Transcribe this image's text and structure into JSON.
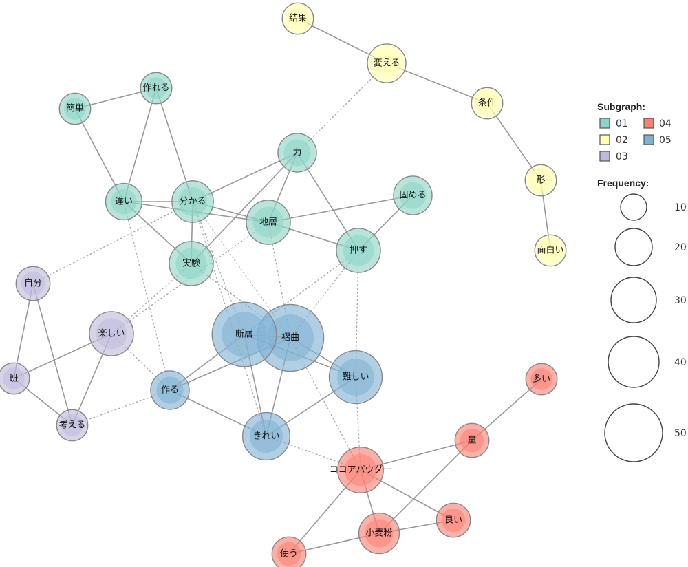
{
  "diagram": {
    "type": "co-occurrence-network",
    "legend": {
      "subgraph_title": "Subgraph:",
      "subgraphs": [
        {
          "id": "01",
          "label": "01",
          "color": "#8dd3c7"
        },
        {
          "id": "02",
          "label": "02",
          "color": "#ffffb3"
        },
        {
          "id": "03",
          "label": "03",
          "color": "#bebada"
        },
        {
          "id": "04",
          "label": "04",
          "color": "#fb8072"
        },
        {
          "id": "05",
          "label": "05",
          "color": "#80b1d3"
        }
      ],
      "frequency_title": "Frequency:",
      "frequencies": [
        {
          "value": 10,
          "label": "10"
        },
        {
          "value": 20,
          "label": "20"
        },
        {
          "value": 30,
          "label": "30"
        },
        {
          "value": 40,
          "label": "40"
        },
        {
          "value": 50,
          "label": "50"
        }
      ]
    },
    "nodes": [
      {
        "id": "kekka",
        "label": "結果",
        "group": "02",
        "freq": 6
      },
      {
        "id": "kaeru",
        "label": "変える",
        "group": "02",
        "freq": 12
      },
      {
        "id": "jouken",
        "label": "条件",
        "group": "02",
        "freq": 6
      },
      {
        "id": "katachi",
        "label": "形",
        "group": "02",
        "freq": 6
      },
      {
        "id": "omoshiroi",
        "label": "面白い",
        "group": "02",
        "freq": 6
      },
      {
        "id": "kantan",
        "label": "簡単",
        "group": "01",
        "freq": 6
      },
      {
        "id": "tsukureru",
        "label": "作れる",
        "group": "01",
        "freq": 6
      },
      {
        "id": "chikara",
        "label": "力",
        "group": "01",
        "freq": 12
      },
      {
        "id": "chigai",
        "label": "違い",
        "group": "01",
        "freq": 10
      },
      {
        "id": "wakaru",
        "label": "分かる",
        "group": "01",
        "freq": 15
      },
      {
        "id": "chisou",
        "label": "地層",
        "group": "01",
        "freq": 18
      },
      {
        "id": "katameru",
        "label": "固める",
        "group": "01",
        "freq": 12
      },
      {
        "id": "osu",
        "label": "押す",
        "group": "01",
        "freq": 18
      },
      {
        "id": "jikken",
        "label": "実験",
        "group": "01",
        "freq": 18
      },
      {
        "id": "jibun",
        "label": "自分",
        "group": "03",
        "freq": 8
      },
      {
        "id": "tanoshii",
        "label": "楽しい",
        "group": "03",
        "freq": 18
      },
      {
        "id": "han",
        "label": "班",
        "group": "03",
        "freq": 6
      },
      {
        "id": "kangaeru",
        "label": "考える",
        "group": "03",
        "freq": 6
      },
      {
        "id": "dansou",
        "label": "断層",
        "group": "05",
        "freq": 50
      },
      {
        "id": "shukyoku",
        "label": "褶曲",
        "group": "05",
        "freq": 55
      },
      {
        "id": "muzukashii",
        "label": "難しい",
        "group": "05",
        "freq": 30
      },
      {
        "id": "tsukuru",
        "label": "作る",
        "group": "05",
        "freq": 12
      },
      {
        "id": "kirei",
        "label": "きれい",
        "group": "05",
        "freq": 22
      },
      {
        "id": "cocoa",
        "label": "ココアパウダー",
        "group": "04",
        "freq": 20
      },
      {
        "id": "ooi",
        "label": "多い",
        "group": "04",
        "freq": 6
      },
      {
        "id": "ryou",
        "label": "量",
        "group": "04",
        "freq": 8
      },
      {
        "id": "yoi",
        "label": "良い",
        "group": "04",
        "freq": 8
      },
      {
        "id": "komugiko",
        "label": "小麦粉",
        "group": "04",
        "freq": 14
      },
      {
        "id": "tsukau",
        "label": "使う",
        "group": "04",
        "freq": 8
      }
    ],
    "edges": [
      {
        "source": "kekka",
        "target": "kaeru",
        "style": "solid"
      },
      {
        "source": "kaeru",
        "target": "jouken",
        "style": "solid"
      },
      {
        "source": "jouken",
        "target": "katachi",
        "style": "solid"
      },
      {
        "source": "katachi",
        "target": "omoshiroi",
        "style": "solid"
      },
      {
        "source": "kaeru",
        "target": "chikara",
        "style": "dotted"
      },
      {
        "source": "kantan",
        "target": "tsukureru",
        "style": "solid"
      },
      {
        "source": "kantan",
        "target": "chigai",
        "style": "solid"
      },
      {
        "source": "tsukureru",
        "target": "chigai",
        "style": "solid"
      },
      {
        "source": "tsukureru",
        "target": "wakaru",
        "style": "solid"
      },
      {
        "source": "chigai",
        "target": "wakaru",
        "style": "solid"
      },
      {
        "source": "chigai",
        "target": "chisou",
        "style": "solid"
      },
      {
        "source": "chigai",
        "target": "jikken",
        "style": "solid"
      },
      {
        "source": "wakaru",
        "target": "chisou",
        "style": "solid"
      },
      {
        "source": "wakaru",
        "target": "jikken",
        "style": "solid"
      },
      {
        "source": "wakaru",
        "target": "chikara",
        "style": "solid"
      },
      {
        "source": "chikara",
        "target": "chisou",
        "style": "solid"
      },
      {
        "source": "chikara",
        "target": "jikken",
        "style": "solid"
      },
      {
        "source": "chikara",
        "target": "osu",
        "style": "solid"
      },
      {
        "source": "chisou",
        "target": "osu",
        "style": "solid"
      },
      {
        "source": "chisou",
        "target": "katameru",
        "style": "solid"
      },
      {
        "source": "katameru",
        "target": "osu",
        "style": "solid"
      },
      {
        "source": "jibun",
        "target": "han",
        "style": "solid"
      },
      {
        "source": "jibun",
        "target": "kangaeru",
        "style": "solid"
      },
      {
        "source": "han",
        "target": "tanoshii",
        "style": "solid"
      },
      {
        "source": "han",
        "target": "kangaeru",
        "style": "solid"
      },
      {
        "source": "tanoshii",
        "target": "kangaeru",
        "style": "solid"
      },
      {
        "source": "dansou",
        "target": "shukyoku",
        "style": "solid"
      },
      {
        "source": "dansou",
        "target": "tsukuru",
        "style": "solid"
      },
      {
        "source": "dansou",
        "target": "kirei",
        "style": "solid"
      },
      {
        "source": "dansou",
        "target": "muzukashii",
        "style": "solid"
      },
      {
        "source": "shukyoku",
        "target": "tsukuru",
        "style": "solid"
      },
      {
        "source": "shukyoku",
        "target": "kirei",
        "style": "solid"
      },
      {
        "source": "shukyoku",
        "target": "muzukashii",
        "style": "solid"
      },
      {
        "source": "tsukuru",
        "target": "kirei",
        "style": "solid"
      },
      {
        "source": "muzukashii",
        "target": "kirei",
        "style": "solid"
      },
      {
        "source": "cocoa",
        "target": "ryou",
        "style": "solid"
      },
      {
        "source": "cocoa",
        "target": "komugiko",
        "style": "solid"
      },
      {
        "source": "cocoa",
        "target": "tsukau",
        "style": "solid"
      },
      {
        "source": "cocoa",
        "target": "yoi",
        "style": "solid"
      },
      {
        "source": "ryou",
        "target": "ooi",
        "style": "solid"
      },
      {
        "source": "ryou",
        "target": "komugiko",
        "style": "solid"
      },
      {
        "source": "komugiko",
        "target": "yoi",
        "style": "solid"
      },
      {
        "source": "komugiko",
        "target": "tsukau",
        "style": "solid"
      },
      {
        "source": "jibun",
        "target": "wakaru",
        "style": "dotted"
      },
      {
        "source": "tanoshii",
        "target": "jikken",
        "style": "dotted"
      },
      {
        "source": "tanoshii",
        "target": "chisou",
        "style": "dotted"
      },
      {
        "source": "tanoshii",
        "target": "tsukuru",
        "style": "dotted"
      },
      {
        "source": "kangaeru",
        "target": "tsukuru",
        "style": "dotted"
      },
      {
        "source": "chigai",
        "target": "tsukuru",
        "style": "dotted"
      },
      {
        "source": "wakaru",
        "target": "dansou",
        "style": "dotted"
      },
      {
        "source": "wakaru",
        "target": "shukyoku",
        "style": "dotted"
      },
      {
        "source": "wakaru",
        "target": "kirei",
        "style": "dotted"
      },
      {
        "source": "jikken",
        "target": "shukyoku",
        "style": "dotted"
      },
      {
        "source": "chisou",
        "target": "shukyoku",
        "style": "dotted"
      },
      {
        "source": "osu",
        "target": "dansou",
        "style": "dotted"
      },
      {
        "source": "osu",
        "target": "shukyoku",
        "style": "dotted"
      },
      {
        "source": "osu",
        "target": "muzukashii",
        "style": "dotted"
      },
      {
        "source": "kirei",
        "target": "cocoa",
        "style": "dotted"
      },
      {
        "source": "muzukashii",
        "target": "cocoa",
        "style": "dotted"
      },
      {
        "source": "shukyoku",
        "target": "cocoa",
        "style": "dotted"
      }
    ]
  }
}
